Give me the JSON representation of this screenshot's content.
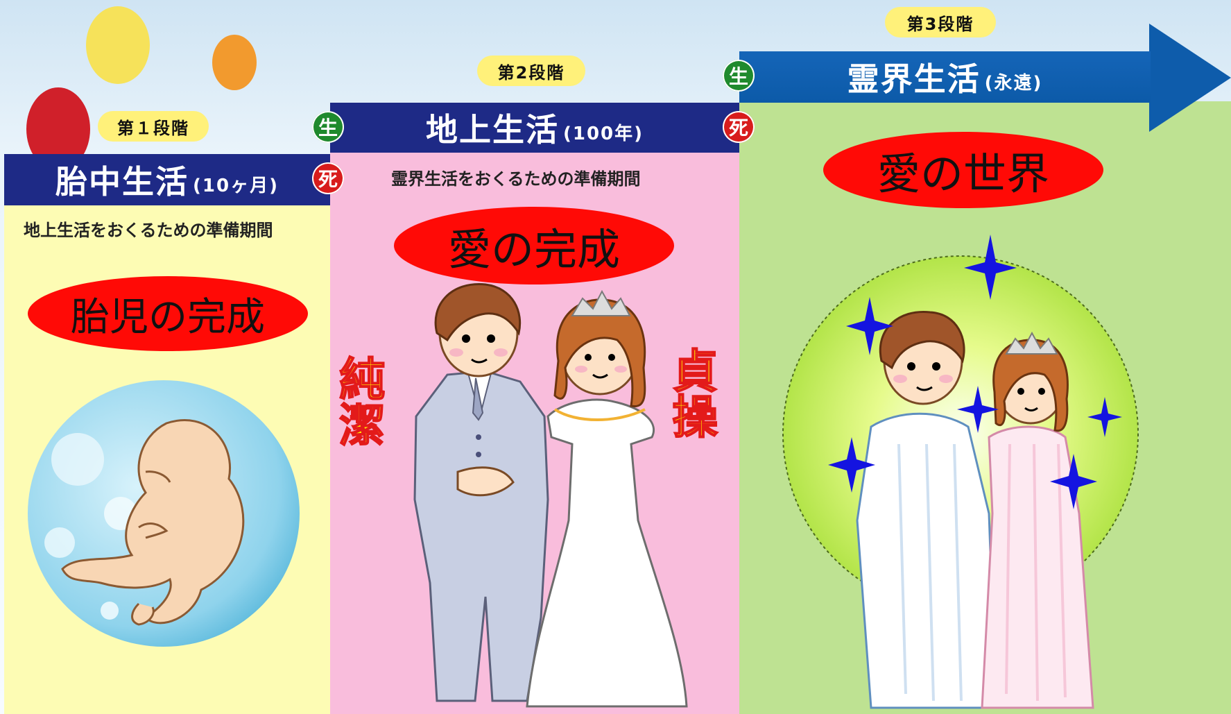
{
  "stages": [
    {
      "pill_label": "第１段階",
      "title": "胎中生活",
      "duration": "(10ヶ月)",
      "subtitle": "地上生活をおくるための準備期間",
      "goal": "胎児の完成",
      "panel_color": "#fdfcb4"
    },
    {
      "pill_label": "第2段階",
      "title": "地上生活",
      "duration": "(100年)",
      "subtitle": "霊界生活をおくるための準備期間",
      "goal": "愛の完成",
      "panel_color": "#f9bddc"
    },
    {
      "pill_label": "第3段階",
      "title": "霊界生活",
      "duration": "(永遠)",
      "goal": "愛の世界",
      "panel_color": "#bee292"
    }
  ],
  "markers": {
    "life": "生",
    "death": "死"
  },
  "virtues": {
    "left": "純潔",
    "right": "貞操"
  },
  "colors": {
    "bar_navy": "#1e2a86",
    "arrow_blue": "#0e5cab",
    "pill_yellow": "#fff17a",
    "goal_red": "#ff0a06",
    "life_green": "#1f8a2d",
    "death_red": "#d81c1c",
    "sparkle_blue": "#1414e0"
  },
  "icons": [
    "embryo-illustration",
    "groom-icon",
    "bride-icon",
    "spirit-man-icon",
    "spirit-woman-icon",
    "sparkle-icon",
    "balloon-icon"
  ]
}
